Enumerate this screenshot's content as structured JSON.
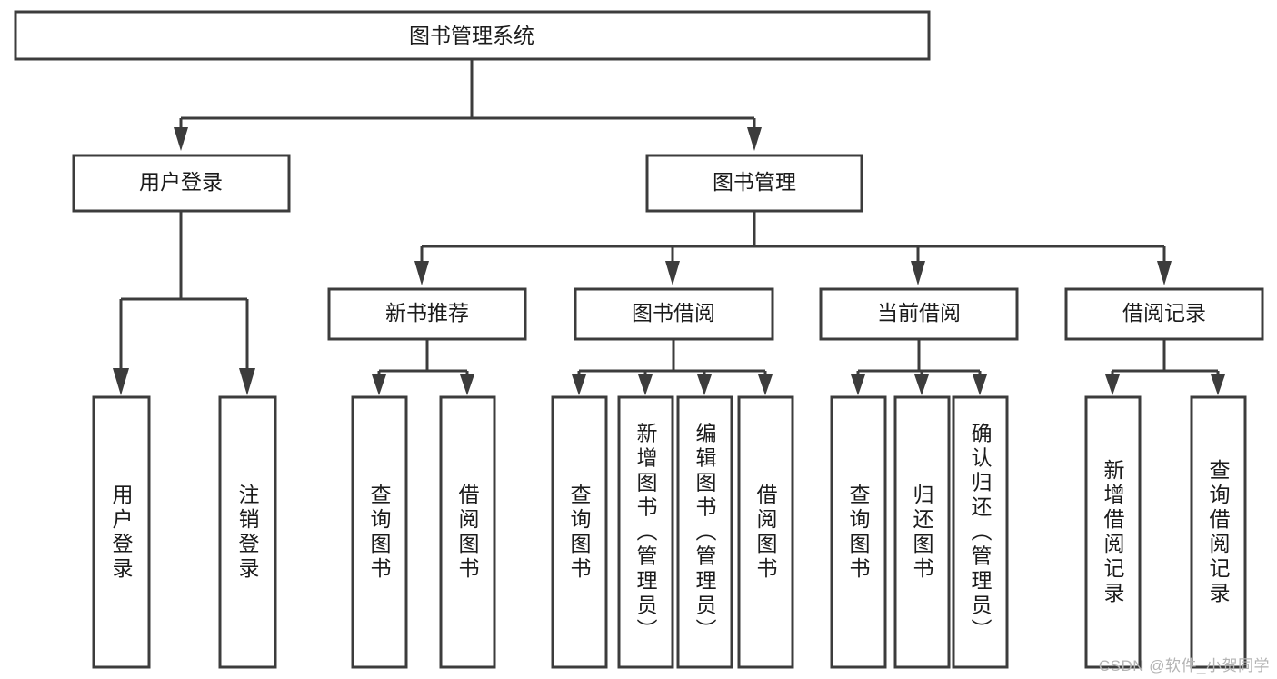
{
  "diagram": {
    "type": "tree-hierarchy",
    "title": "图书管理系统",
    "orientation": "top-down",
    "levels": 4,
    "root": {
      "id": "root",
      "label": "图书管理系统",
      "text_orientation": "horizontal"
    },
    "level2": [
      {
        "id": "user-login",
        "label": "用户登录",
        "text_orientation": "horizontal"
      },
      {
        "id": "book-manage",
        "label": "图书管理",
        "text_orientation": "horizontal"
      }
    ],
    "level3": [
      {
        "id": "new-book-rec",
        "label": "新书推荐",
        "text_orientation": "horizontal",
        "parent": "book-manage"
      },
      {
        "id": "book-borrow",
        "label": "图书借阅",
        "text_orientation": "horizontal",
        "parent": "book-manage"
      },
      {
        "id": "current-borrow",
        "label": "当前借阅",
        "text_orientation": "horizontal",
        "parent": "book-manage"
      },
      {
        "id": "borrow-record",
        "label": "借阅记录",
        "text_orientation": "horizontal",
        "parent": "book-manage"
      }
    ],
    "leaves": [
      {
        "id": "leaf-user-login",
        "label": "用户登录",
        "text_orientation": "vertical",
        "parent": "user-login"
      },
      {
        "id": "leaf-logout",
        "label": "注销登录",
        "text_orientation": "vertical",
        "parent": "user-login"
      },
      {
        "id": "leaf-query-book-1",
        "label": "查询图书",
        "text_orientation": "vertical",
        "parent": "new-book-rec"
      },
      {
        "id": "leaf-borrow-book-1",
        "label": "借阅图书",
        "text_orientation": "vertical",
        "parent": "new-book-rec"
      },
      {
        "id": "leaf-query-book-2",
        "label": "查询图书",
        "text_orientation": "vertical",
        "parent": "book-borrow"
      },
      {
        "id": "leaf-add-book-admin",
        "label": "新增图书（管理员）",
        "text_orientation": "vertical",
        "parent": "book-borrow"
      },
      {
        "id": "leaf-edit-book-admin",
        "label": "编辑图书（管理员）",
        "text_orientation": "vertical",
        "parent": "book-borrow"
      },
      {
        "id": "leaf-borrow-book-2",
        "label": "借阅图书",
        "text_orientation": "vertical",
        "parent": "book-borrow"
      },
      {
        "id": "leaf-query-book-3",
        "label": "查询图书",
        "text_orientation": "vertical",
        "parent": "current-borrow"
      },
      {
        "id": "leaf-return-book",
        "label": "归还图书",
        "text_orientation": "vertical",
        "parent": "current-borrow"
      },
      {
        "id": "leaf-confirm-return-admin",
        "label": "确认归还（管理员）",
        "text_orientation": "vertical",
        "parent": "current-borrow"
      },
      {
        "id": "leaf-add-borrow-record",
        "label": "新增借阅记录",
        "text_orientation": "vertical",
        "parent": "borrow-record"
      },
      {
        "id": "leaf-query-borrow-record",
        "label": "查询借阅记录",
        "text_orientation": "vertical",
        "parent": "borrow-record"
      }
    ],
    "colors": {
      "box_stroke": "#3c3c3c",
      "box_fill": "#ffffff",
      "line": "#3c3c3c",
      "text": "#1b1b1b",
      "background": "#ffffff",
      "watermark": "#b4b4b4"
    }
  },
  "watermark": {
    "text": "CSDN @软件_小贺同学"
  }
}
